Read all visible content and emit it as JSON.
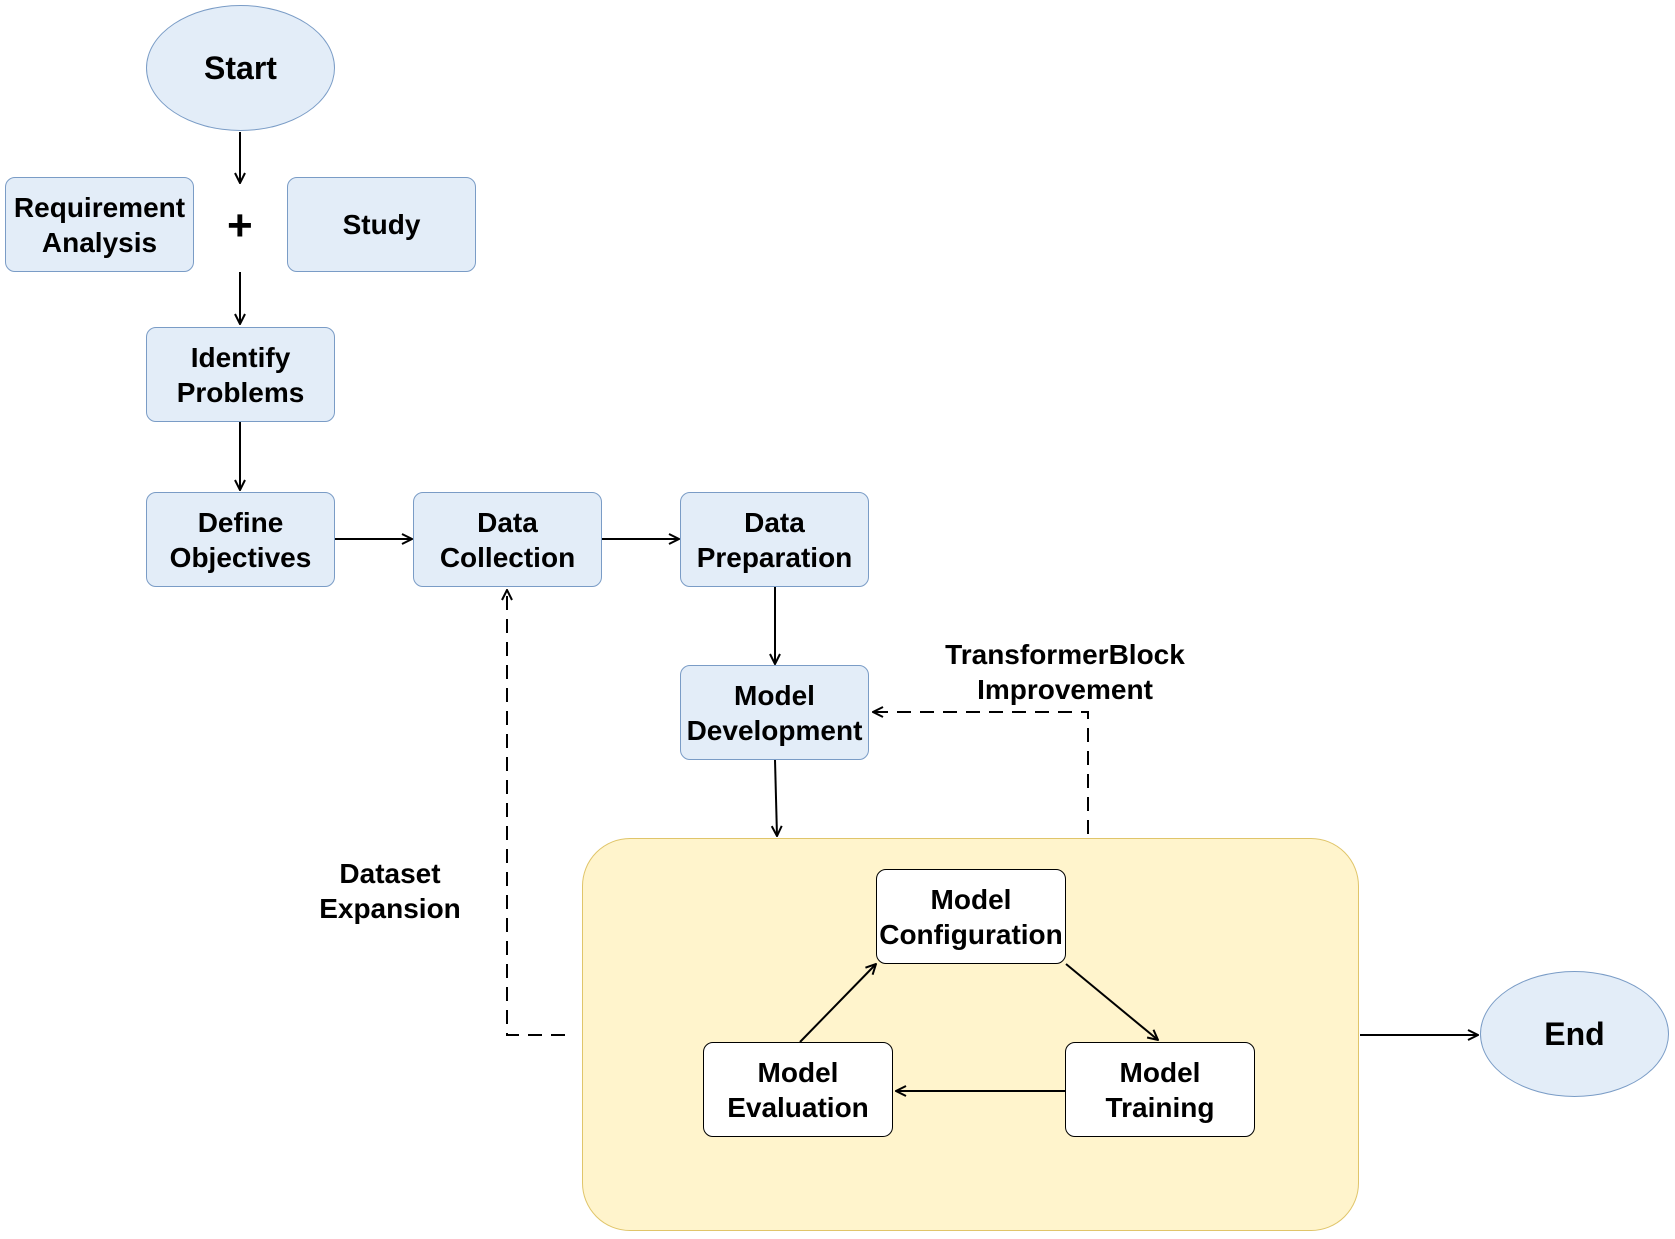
{
  "nodes": {
    "start": "Start",
    "requirement_analysis": "Requirement\nAnalysis",
    "study": "Study",
    "identify_problems": "Identify\nProblems",
    "define_objectives": "Define\nObjectives",
    "data_collection": "Data\nCollection",
    "data_preparation": "Data\nPreparation",
    "model_development": "Model\nDevelopment",
    "model_configuration": "Model\nConfiguration",
    "model_training": "Model\nTraining",
    "model_evaluation": "Model\nEvaluation",
    "end": "End"
  },
  "labels": {
    "plus": "+",
    "transformer_block_improvement": "TransformerBlock\nImprovement",
    "dataset_expansion": "Dataset\nExpansion"
  },
  "colors": {
    "node_fill": "#e3edf8",
    "node_border": "#7a9cc6",
    "group_fill": "#fff4cc",
    "group_border": "#e0c56a",
    "inner_node_fill": "#ffffff",
    "edge": "#000000"
  }
}
